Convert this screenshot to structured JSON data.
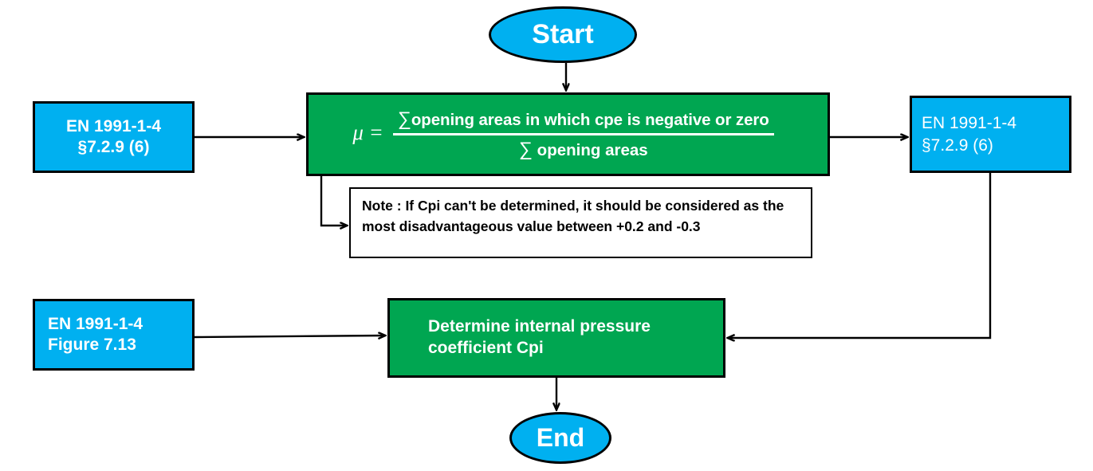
{
  "diagram": {
    "title": "Internal pressure coefficient Cpi determination flowchart",
    "colors": {
      "terminator_fill": "#00b0f0",
      "reference_fill": "#00b0f0",
      "process_fill": "#00a651",
      "note_fill": "#ffffff",
      "stroke": "#000000",
      "node_text": "#ffffff",
      "note_text": "#000000"
    }
  },
  "nodes": {
    "start": {
      "label": "Start"
    },
    "end": {
      "label": "End"
    },
    "ref_left_top": {
      "line1": "EN 1991-1-4",
      "line2": "§7.2.9 (6)"
    },
    "ref_left_bottom": {
      "line1": "EN 1991-1-4",
      "line2": "Figure 7.13"
    },
    "ref_right": {
      "line1": "EN 1991-1-4",
      "line2": "§7.2.9 (6)"
    },
    "formula": {
      "variable": "μ",
      "equals": "=",
      "numerator_sigma": "∑",
      "numerator": "opening areas in which cpe is negative or zero",
      "denominator_sigma": "∑",
      "denominator": "opening areas"
    },
    "note": {
      "text": "Note : If Cpi can't be determined, it should be considered as the most disadvantageous value between +0.2 and -0.3"
    },
    "determine": {
      "line1": "Determine internal pressure",
      "line2": "coefficient Cpi"
    }
  }
}
